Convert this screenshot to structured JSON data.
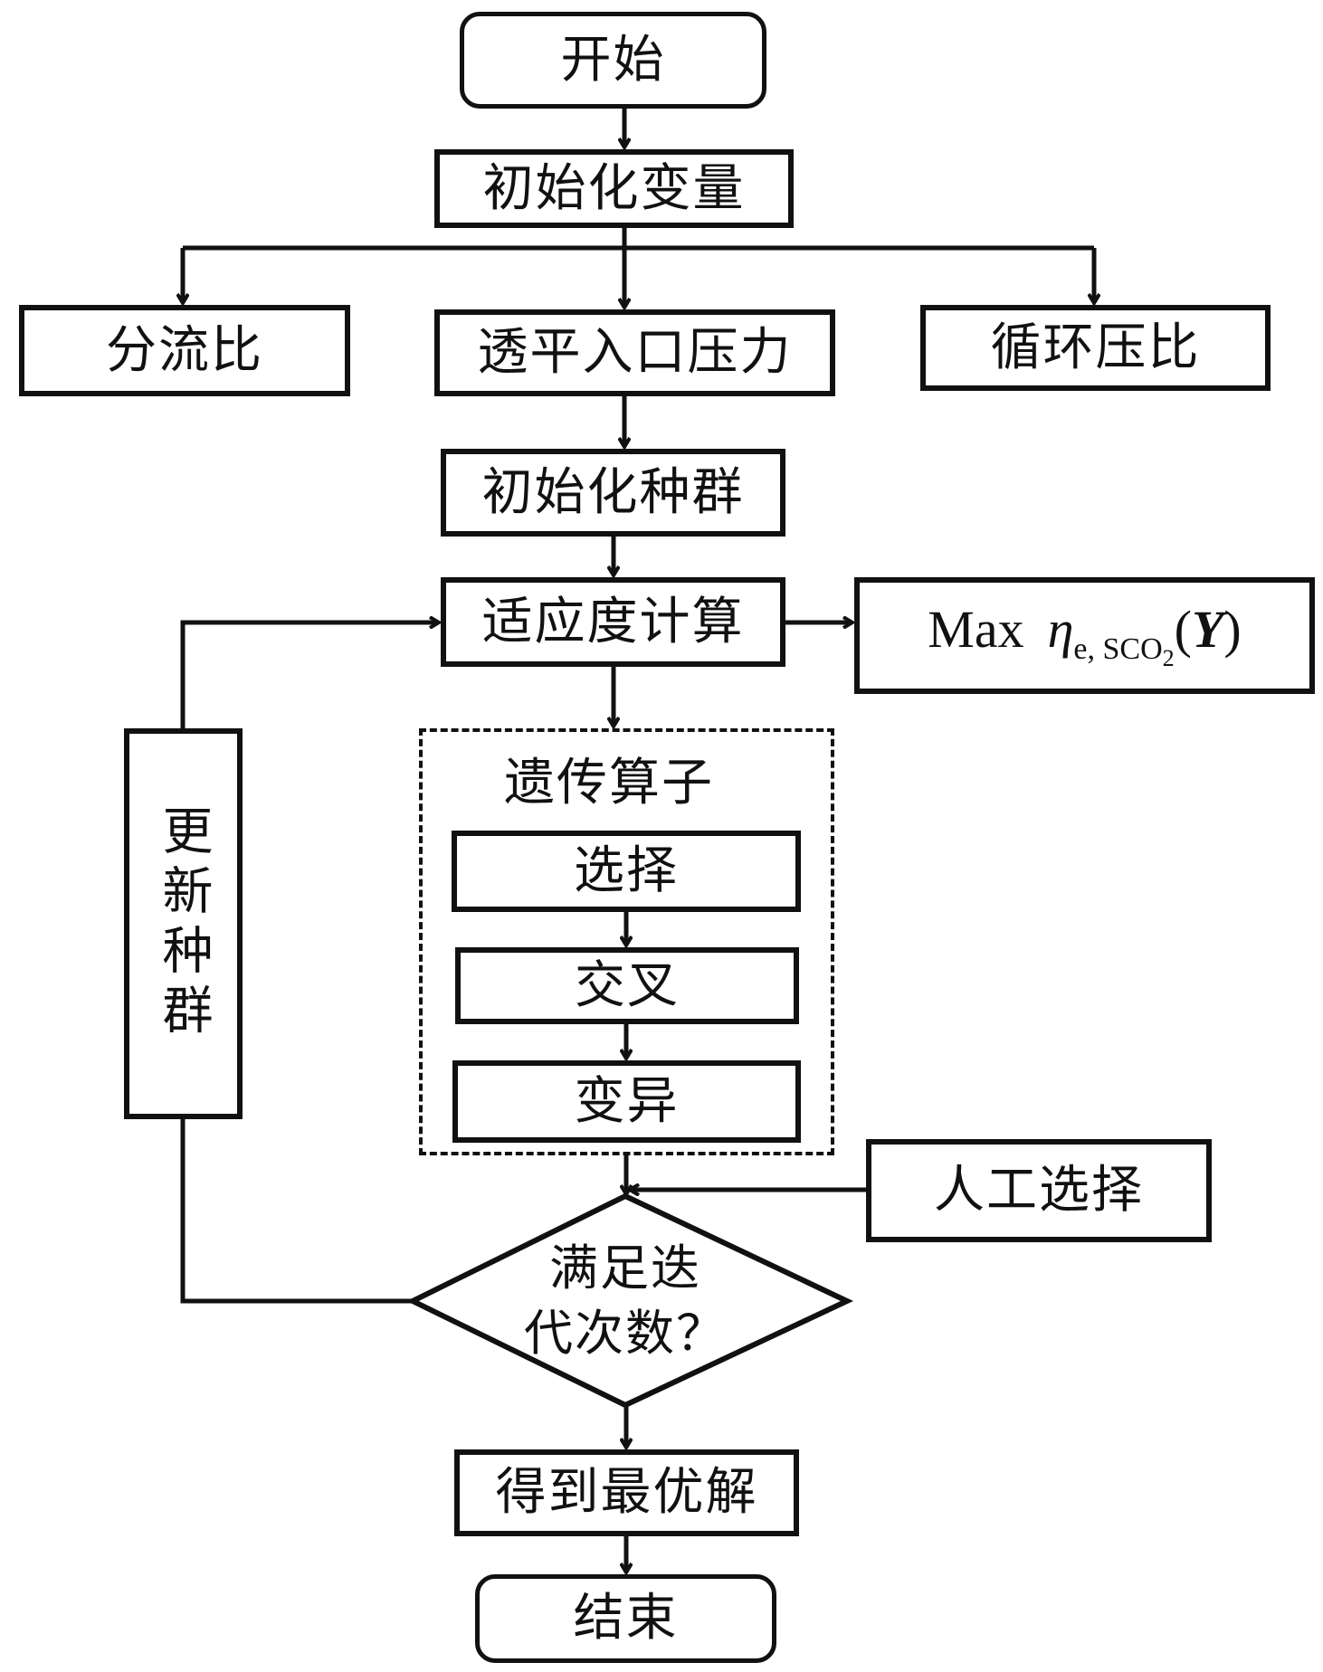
{
  "flowchart": {
    "start": "开始",
    "init_variables": "初始化变量",
    "variables": [
      "分流比",
      "透平入口压力",
      "循环压比"
    ],
    "init_population": "初始化种群",
    "fitness": "适应度计算",
    "objective": {
      "prefix": "Max",
      "symbol": "η",
      "subscript": "e, SCO",
      "subscript_index": "2",
      "argument_open": "(",
      "argument": "Y",
      "argument_close": ")"
    },
    "update_population": "更新种群",
    "genetic_operators": {
      "title": "遗传算子",
      "steps": [
        "选择",
        "交叉",
        "变异"
      ]
    },
    "manual_selection": "人工选择",
    "decision_line1": "满足迭",
    "decision_line2": "代次数？",
    "optimal": "得到最优解",
    "end": "结束"
  }
}
